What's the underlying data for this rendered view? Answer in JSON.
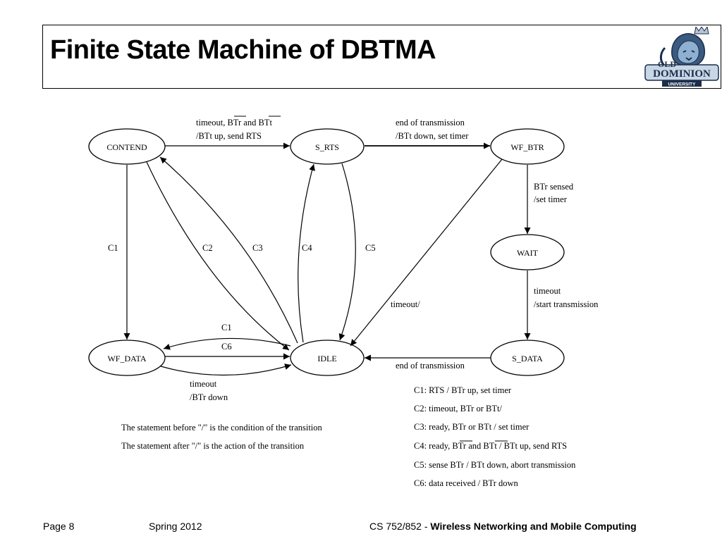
{
  "slide": {
    "title": "Finite State Machine of DBTMA",
    "logo": {
      "line1": "OLD",
      "line2": "DOMINION",
      "line3": "UNIVERSITY",
      "icon": "lion-crown-icon"
    }
  },
  "states": {
    "contend": "CONTEND",
    "s_rts": "S_RTS",
    "wf_btr": "WF_BTR",
    "wait": "WAIT",
    "wf_data": "WF_DATA",
    "idle": "IDLE",
    "s_data": "S_DATA"
  },
  "edges": {
    "contend_srts_1a": "timeout, ",
    "contend_srts_1b": "BTr",
    "contend_srts_1c": " and ",
    "contend_srts_1d": "BTt",
    "contend_srts_2": "/BTt up, send RTS",
    "srts_wfbtr_1": "end of transmission",
    "srts_wfbtr_2": "/BTt down, set timer",
    "wfbtr_wait_1": "BTr sensed",
    "wfbtr_wait_2": "/set timer",
    "wait_sdata_1": "timeout",
    "wait_sdata_2": "/start transmission",
    "wfbtr_idle": "timeout/",
    "sdata_idle": "end of transmission",
    "wfdata_idle_1": "timeout",
    "wfdata_idle_2": "/BTr down",
    "c1_left": "C1",
    "c2": "C2",
    "c3": "C3",
    "c4": "C4",
    "c5": "C5",
    "c1_bottom": "C1",
    "c6": "C6"
  },
  "notes": {
    "condition": "The statement before \"/\" is the condition of the transition",
    "action": "The statement after \"/\" is the action of the transition"
  },
  "legend": {
    "c1": "C1: RTS / BTr up, set timer",
    "c2": "C2: timeout, BTr or BTt/",
    "c3": "C3: ready, BTr or BTt / set timer",
    "c4a": "C4: ready, ",
    "c4b": "BTr",
    "c4c": " and ",
    "c4d": "BTt",
    "c4e": " / BTt up, send RTS",
    "c5": "C5: sense BTr / BTt down, abort transmission",
    "c6": "C6: data received / BTr down"
  },
  "footer": {
    "page": "Page 8",
    "term": "Spring 2012",
    "course": "CS 752/852 - ",
    "course_title": "Wireless Networking and Mobile Computing"
  }
}
